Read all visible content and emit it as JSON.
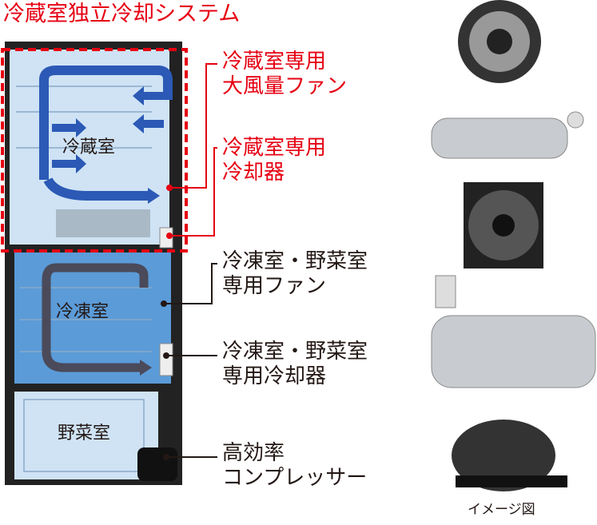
{
  "title": "冷蔵室独立冷却システム",
  "colors": {
    "accent": "#e60012",
    "fridge": "#cfe3f5",
    "freezer": "#5b9bd8",
    "arrow_fridge": "#2b59b5",
    "arrow_freezer": "#4a4a5a"
  },
  "compartments": {
    "fridge": "冷蔵室",
    "freezer": "冷凍室",
    "vegetable": "野菜室"
  },
  "labels": {
    "fridge_fan": [
      "冷蔵室専用",
      "大風量ファン"
    ],
    "fridge_cooler": [
      "冷蔵室専用",
      "冷却器"
    ],
    "freezer_fan": [
      "冷凍室・野菜室",
      "専用ファン"
    ],
    "freezer_cooler": [
      "冷凍室・野菜室",
      "専用冷却器"
    ],
    "compressor": [
      "高効率",
      "コンプレッサー"
    ]
  },
  "caption": "イメージ図"
}
